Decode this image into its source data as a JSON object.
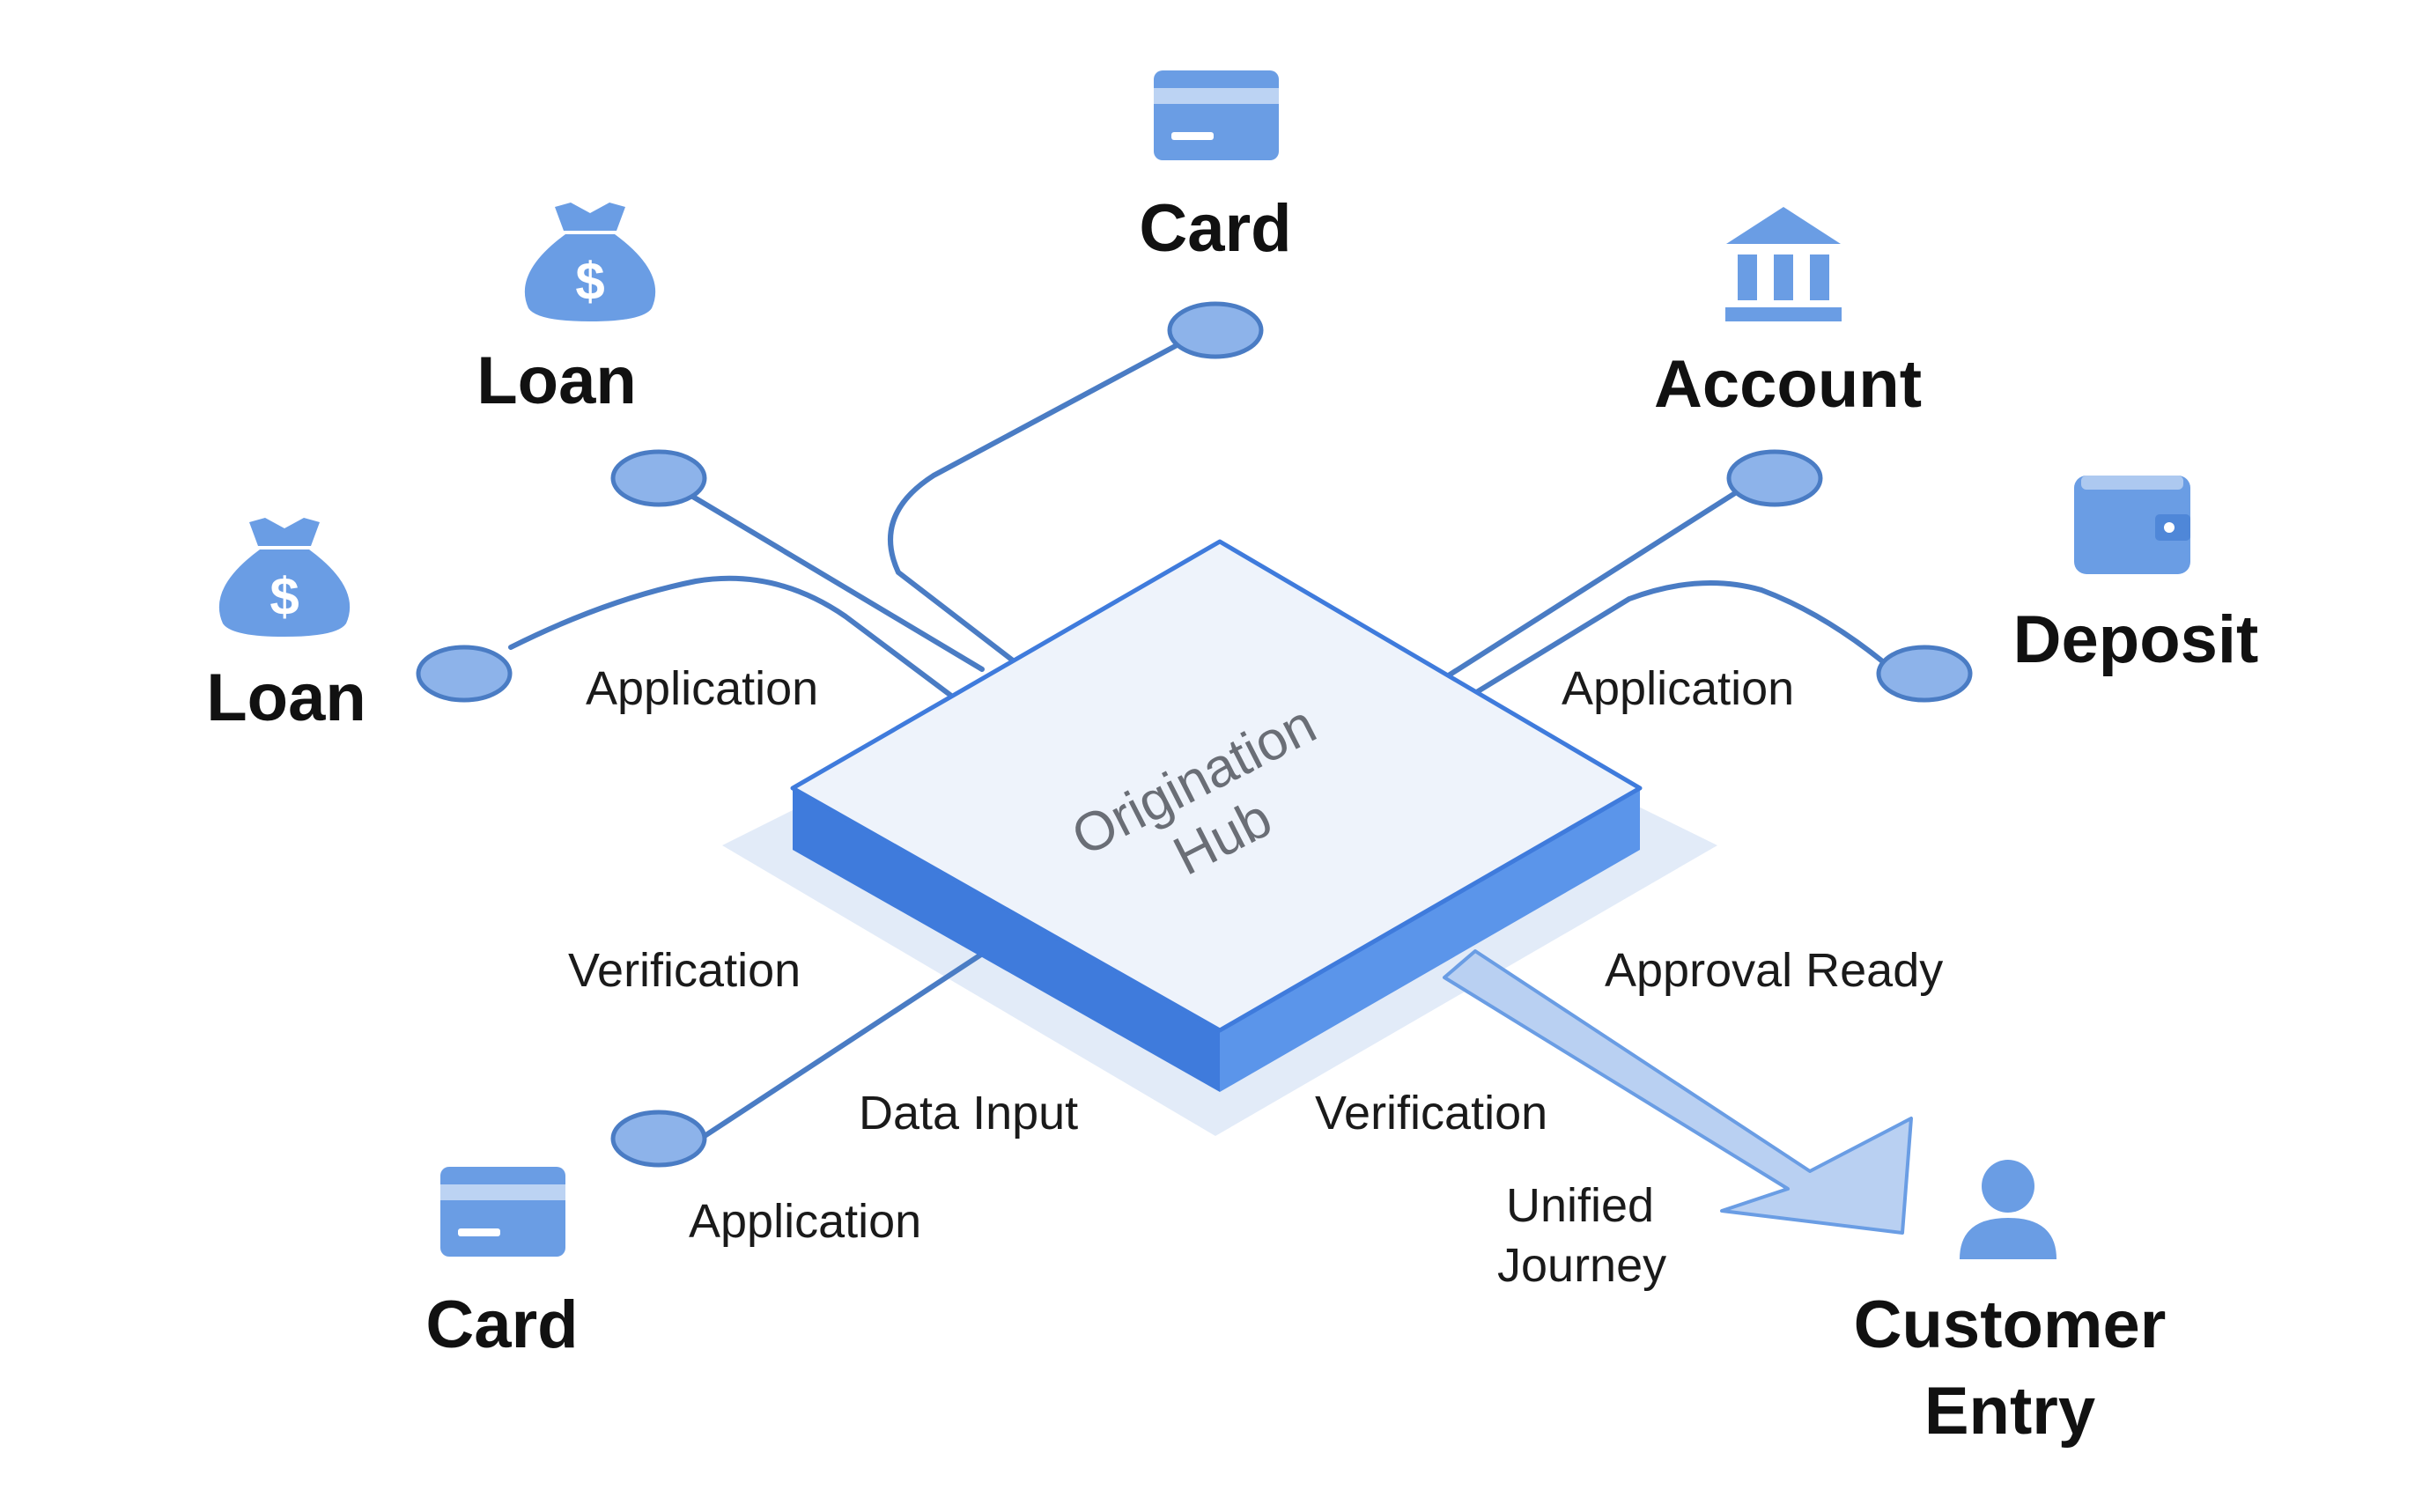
{
  "colors": {
    "accent": "#5a8fdc",
    "line": "#4a7cc4",
    "icon": "#6a9de4",
    "hub_top": "#eef3fb",
    "hub_side_dark": "#3f7bdc",
    "hub_side_light": "#5b95ea",
    "shadow": "#dde8f7",
    "text": "#111111",
    "hub_text": "#6a6e76"
  },
  "hub": {
    "title_line1": "Origination",
    "title_line2": "Hub"
  },
  "nodes": {
    "card_top": {
      "label": "Card",
      "icon": "credit-card-icon"
    },
    "loan_top": {
      "label": "Loan",
      "icon": "money-bag-icon"
    },
    "loan_left": {
      "label": "Loan",
      "icon": "money-bag-icon"
    },
    "account": {
      "label": "Account",
      "icon": "bank-building-icon"
    },
    "deposit": {
      "label": "Deposit",
      "icon": "wallet-icon"
    },
    "card_bottom": {
      "label": "Card",
      "icon": "credit-card-icon"
    },
    "customer_entry": {
      "line1": "Customer",
      "line2": "Entry",
      "icon": "person-icon"
    }
  },
  "connectors": {
    "application_left": "Application",
    "application_right": "Application",
    "verification_left": "Verification",
    "approval_ready": "Approval Ready",
    "data_input": "Data Input",
    "verification_bottom": "Verification",
    "application_bottom": "Application",
    "unified_line1": "Unified",
    "unified_line2": "Journey"
  }
}
